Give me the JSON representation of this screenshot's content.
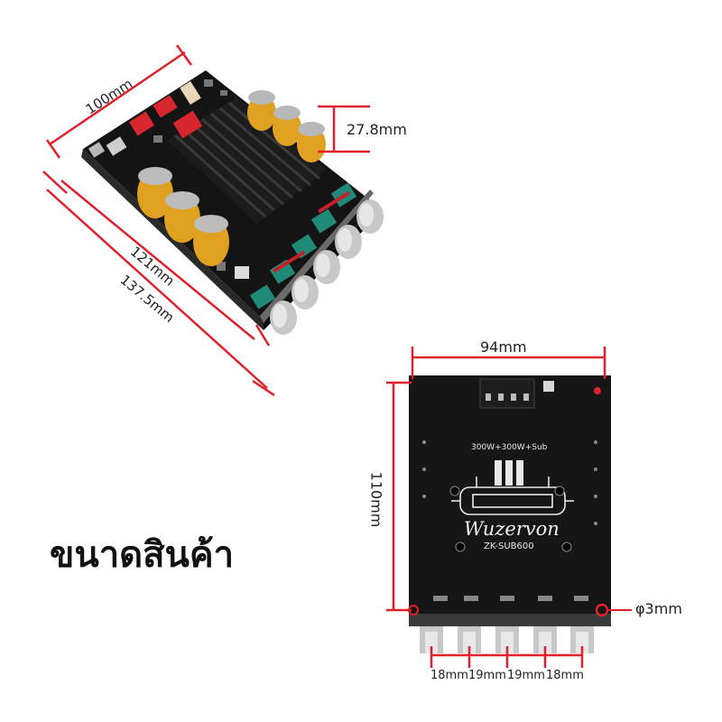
{
  "title": "ขนาดสินค้า",
  "dimensions": {
    "width_top": "100mm",
    "height_caps": "27.8mm",
    "length_inner": "121mm",
    "length_outer": "137.5mm",
    "board_width": "94mm",
    "board_height": "110mm",
    "hole_diameter": "φ3mm",
    "knob_spacings": [
      "18mm",
      "19mm",
      "19mm",
      "18mm"
    ]
  },
  "board": {
    "power_label": "300W+300W+Sub",
    "brand": "Wuzervon",
    "model": "ZK-SUB600"
  },
  "colors": {
    "dimension_line": "#e0202a",
    "board": "#161616",
    "heatsink": "#1c1c1c",
    "capacitor": "#e0a020",
    "knob": "#c8c8c8",
    "terminal_red": "#d8262e",
    "pot_teal": "#1f8a78"
  }
}
